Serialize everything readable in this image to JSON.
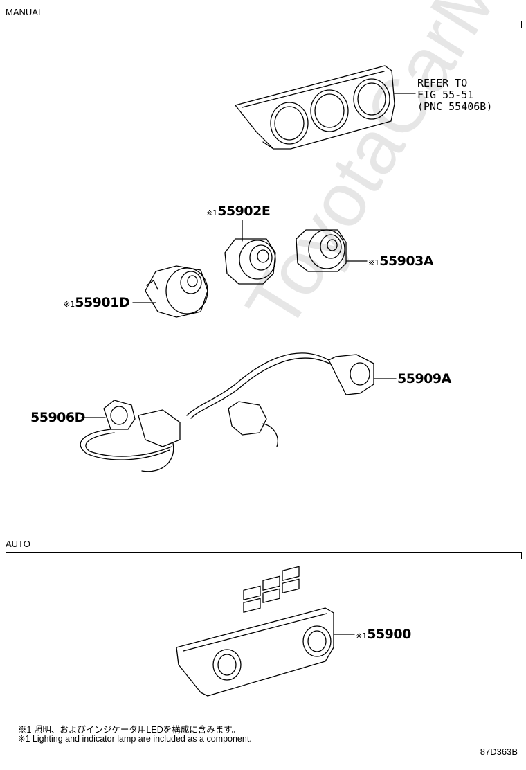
{
  "sections": {
    "manual": "MANUAL",
    "auto": "AUTO"
  },
  "watermark": "ToyotaCarMine.ru",
  "refer": {
    "line1": "REFER TO",
    "line2": "FIG 55-51",
    "line3": "(PNC 55406B)"
  },
  "note_mark": "※1",
  "parts": {
    "p55902E": "55902E",
    "p55903A": "55903A",
    "p55901D": "55901D",
    "p55909A": "55909A",
    "p55906D": "55906D",
    "p55900": "55900"
  },
  "footnotes": {
    "jp": "※1 照明、およびインジケータ用LEDを構成に含みます。",
    "en": "※1 Lighting and indicator lamp are included as a component."
  },
  "figure_code": "87D363B"
}
